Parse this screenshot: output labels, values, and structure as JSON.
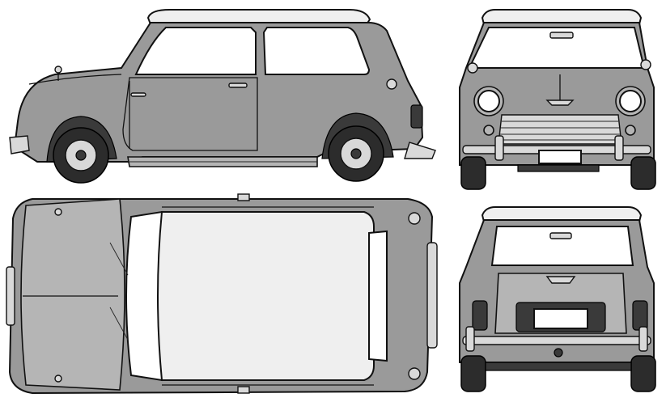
{
  "drawing": {
    "subject": "car-blueprint",
    "views": [
      "side",
      "front",
      "top",
      "rear"
    ]
  },
  "colors": {
    "body": "#9a9a9a",
    "roof": "#efefef",
    "glass": "#ffffff",
    "tire": "#2c2c2c",
    "outline": "#111111"
  }
}
